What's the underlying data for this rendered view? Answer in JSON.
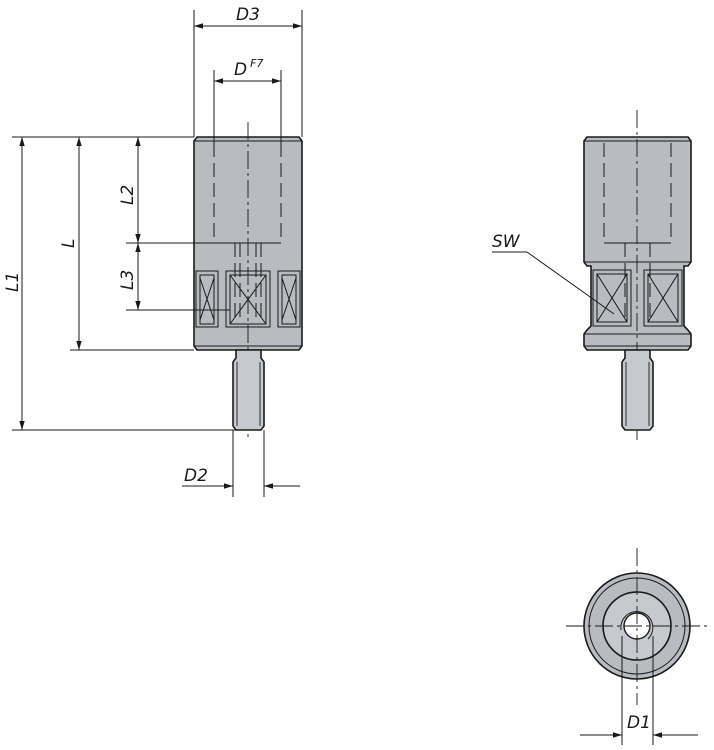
{
  "labels": {
    "d3": "D3",
    "d": "D",
    "d_tolerance": "F7",
    "l1": "L1",
    "l": "L",
    "l2": "L2",
    "l3": "L3",
    "d2": "D2",
    "sw": "SW",
    "d1": "D1"
  }
}
